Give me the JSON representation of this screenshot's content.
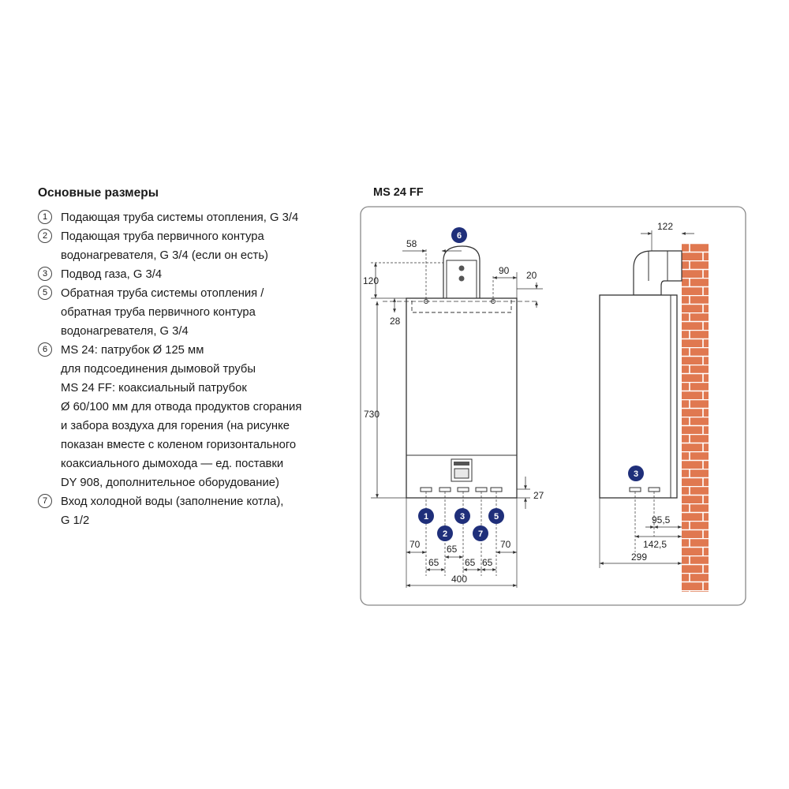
{
  "legend": {
    "title": "Основные размеры",
    "items": [
      {
        "num": "1",
        "lines": [
          "Подающая труба системы отопления, G 3/4"
        ]
      },
      {
        "num": "2",
        "lines": [
          "Подающая труба первичного контура",
          "водонагревателя, G 3/4 (если он есть)"
        ]
      },
      {
        "num": "3",
        "lines": [
          "Подвод газа, G 3/4"
        ]
      },
      {
        "num": "5",
        "lines": [
          "Обратная труба системы отопления /",
          "обратная труба первичного контура",
          "водонагревателя, G 3/4"
        ]
      },
      {
        "num": "6",
        "lines": [
          "MS 24: патрубок Ø 125 мм",
          "для подсоединения дымовой трубы",
          "MS 24 FF: коаксиальный патрубок",
          "Ø 60/100 мм для отвода продуктов сгорания",
          "и забора воздуха для горения (на рисунке",
          "показан вместе с коленом горизонтального",
          "коаксиального дымохода — ед. поставки",
          "DY 908, дополнительное оборудование)"
        ]
      },
      {
        "num": "7",
        "lines": [
          "Вход холодной воды (заполнение котла),",
          "G 1/2"
        ]
      }
    ]
  },
  "diagram": {
    "title": "MS 24 FF",
    "front": {
      "dim_58": "58",
      "dim_120": "120",
      "dim_90": "90",
      "dim_20": "20",
      "dim_28": "28",
      "dim_730": "730",
      "dim_27": "27",
      "dim_70_left": "70",
      "dim_65_a": "65",
      "dim_65_b": "65",
      "dim_65_c": "65",
      "dim_65_d": "65",
      "dim_70_right": "70",
      "dim_400": "400"
    },
    "side": {
      "dim_122": "122",
      "dim_95_5": "95,5",
      "dim_142_5": "142,5",
      "dim_299": "299"
    },
    "badges": {
      "b1": "1",
      "b2": "2",
      "b3": "3",
      "b5": "5",
      "b6": "6",
      "b7": "7",
      "b3_side": "3"
    },
    "colors": {
      "badge": "#1f2f7a",
      "brick": "#e07850",
      "mortar": "#ffffff",
      "line": "#333333"
    }
  }
}
